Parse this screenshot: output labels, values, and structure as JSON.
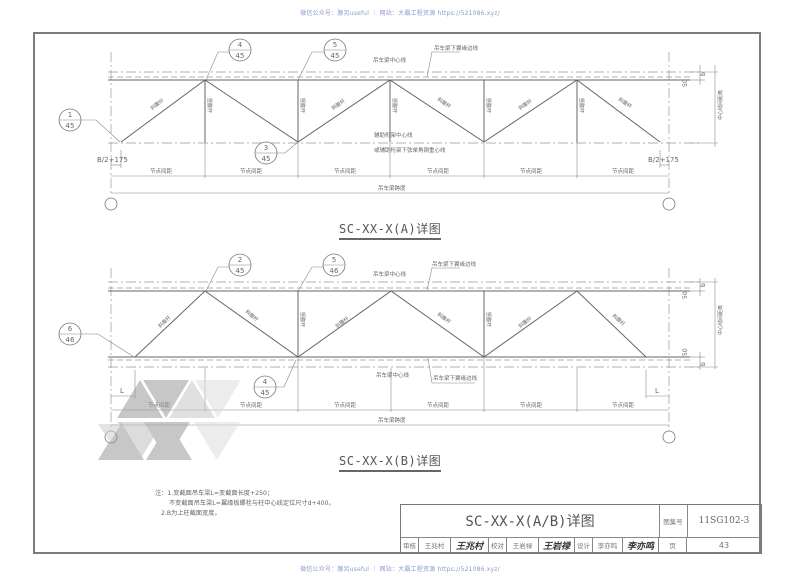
{
  "watermark": {
    "top": "微信公众号：豚另useful ｜ 网站：大霸工程资源 https://521086.xyz/",
    "bottom": "微信公众号：豚另useful ｜ 网站：大霸工程资源 https://521086.xyz/"
  },
  "drawing_a": {
    "title": "SC-XX-X(A)详图",
    "callouts": [
      {
        "num": "1",
        "sheet": "45"
      },
      {
        "num": "4",
        "sheet": "45"
      },
      {
        "num": "5",
        "sheet": "45"
      },
      {
        "num": "3",
        "sheet": "45"
      }
    ],
    "labels": {
      "top_flange_line": "吊车梁下翼缘边线",
      "beam_centerline": "吊车梁中心线",
      "aux_truss_centerline": "辅助桁架中心线",
      "aux_truss_alt": "或辅助桁架下弦单角钢重心线",
      "diagonal": "斜腹杆",
      "vertical": "竖腹杆",
      "panel_spacing": "节点间距",
      "span": "吊车梁跨度",
      "end_offset_left": "B/2+175",
      "end_offset_right": "B/2+175",
      "dim_50": "50",
      "dim_b": "b",
      "center_distance": "中心线间距离"
    },
    "panel_labels": [
      "节点间距",
      "节点间距",
      "节点间距",
      "节点间距",
      "节点间距",
      "节点间距"
    ]
  },
  "drawing_b": {
    "title": "SC-XX-X(B)详图",
    "callouts": [
      {
        "num": "6",
        "sheet": "46"
      },
      {
        "num": "2",
        "sheet": "45"
      },
      {
        "num": "5",
        "sheet": "46"
      },
      {
        "num": "4",
        "sheet": "45"
      }
    ],
    "labels": {
      "top_flange_line": "吊车梁下翼缘边线",
      "beam_centerline_top": "吊车梁中心线",
      "beam_centerline_bottom": "吊车梁中心线",
      "bottom_flange_line": "吊车梁下翼缘边线",
      "diagonal": "斜腹杆",
      "vertical": "竖腹杆",
      "panel_spacing": "节点间距",
      "span": "吊车梁跨度",
      "end_L_left": "L",
      "end_L_right": "L",
      "dim_50": "50",
      "dim_b": "b",
      "center_distance": "中心线间距离"
    },
    "panel_labels": [
      "节点间距",
      "节点间距",
      "节点间距",
      "节点间距",
      "节点间距",
      "节点间距"
    ]
  },
  "notes": {
    "line1": "注：1.变截面吊车梁L=变截面长度+250；",
    "line2": "不变截面吊车梁L=翼缘板螺栓与柱中心线定位尺寸d+400。",
    "line3": "2.B为上柱截面宽度。"
  },
  "title_block": {
    "main_title": "SC-XX-X(A/B)详图",
    "atlas_label": "图集号",
    "atlas_value": "11SG102-3",
    "review_label": "审核",
    "review_name": "王兆村",
    "review_sig": "王兆村",
    "check_label": "校对",
    "check_name": "王岩禄",
    "check_sig": "王岩禄",
    "design_label": "设计",
    "design_name": "李亦鸣",
    "design_sig": "李亦鸣",
    "page_label": "页",
    "page_value": "43"
  },
  "colors": {
    "line": "#666666",
    "frame": "#7c7c7c",
    "watermark_text": "#8a9bd0",
    "logo_gray": "#9a9a9a"
  }
}
